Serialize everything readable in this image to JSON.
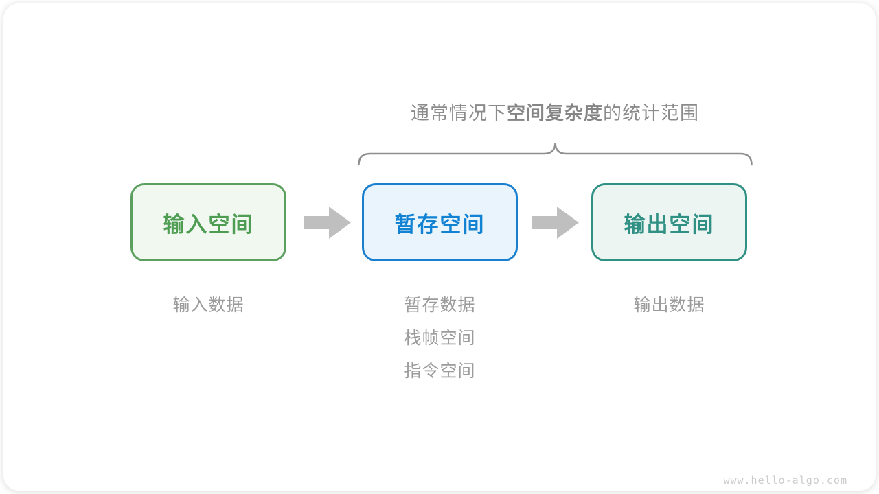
{
  "title": {
    "prefix": "通常情况下",
    "bold": "空间复杂度",
    "suffix": "的统计范围"
  },
  "boxes": [
    {
      "label": "输入空间",
      "border_color": "#5ba05e",
      "bg_color": "#f1f8f0",
      "text_color": "#4e9d53"
    },
    {
      "label": "暂存空间",
      "border_color": "#1a7fce",
      "bg_color": "#e9f4fc",
      "text_color": "#1283d3"
    },
    {
      "label": "输出空间",
      "border_color": "#2f9083",
      "bg_color": "#ecf5f2",
      "text_color": "#2f9083"
    }
  ],
  "arrows": {
    "color": "#bfbfbf"
  },
  "brace": {
    "color": "#8f8f8f"
  },
  "notes": [
    {
      "lines": [
        "输入数据"
      ]
    },
    {
      "lines": [
        "暂存数据",
        "栈帧空间",
        "指令空间"
      ]
    },
    {
      "lines": [
        "输出数据"
      ]
    }
  ],
  "footer": {
    "url": "www.hello-algo.com"
  }
}
